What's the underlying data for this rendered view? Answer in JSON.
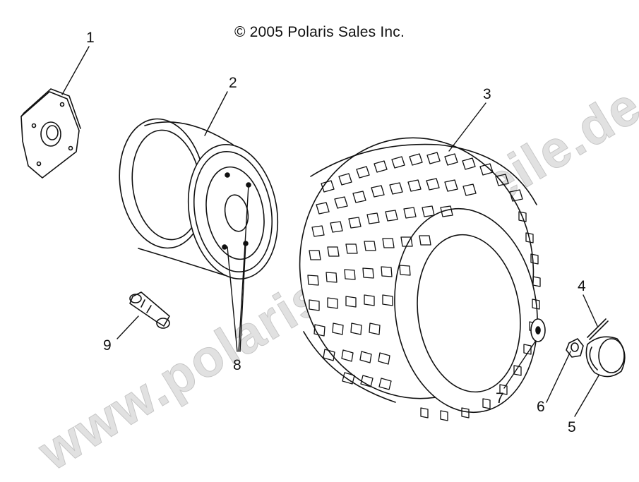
{
  "copyright": "© 2005 Polaris Sales Inc.",
  "watermark": "www.polaris-ersatzteile.de",
  "callouts": {
    "c1": "1",
    "c2": "2",
    "c3": "3",
    "c4": "4",
    "c5": "5",
    "c6": "6",
    "c7": "7",
    "c8": "8",
    "c9": "9"
  }
}
